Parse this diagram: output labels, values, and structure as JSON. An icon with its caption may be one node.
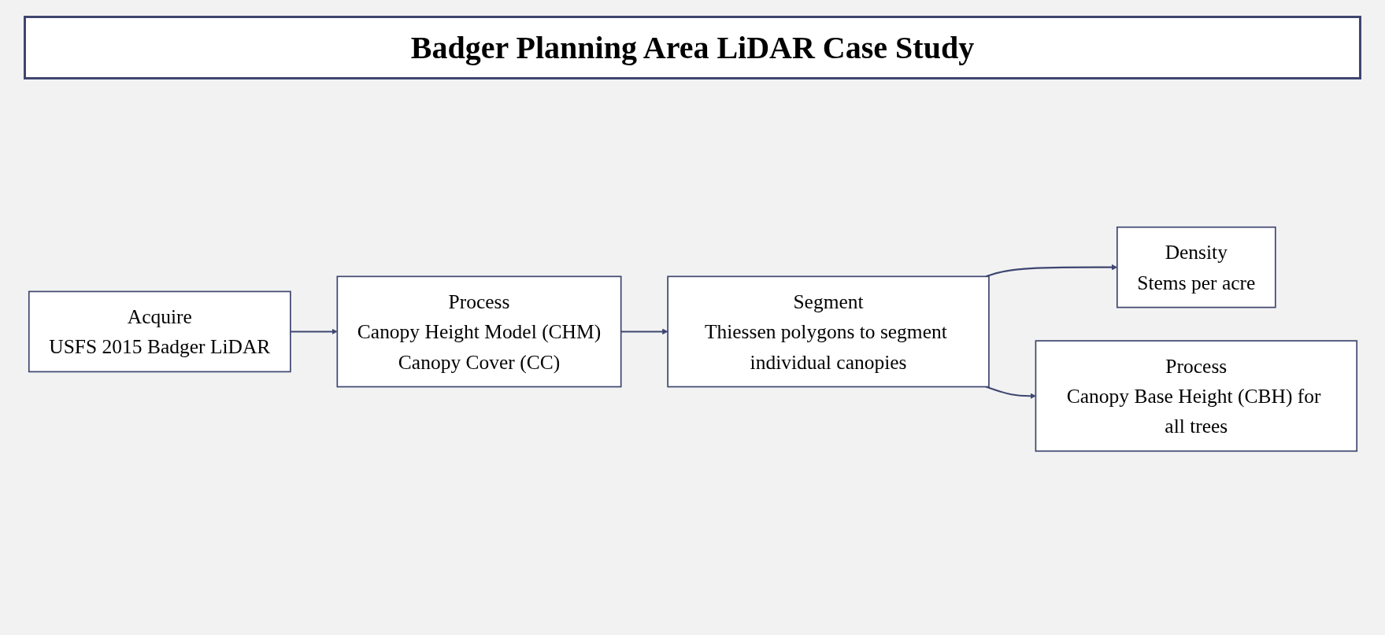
{
  "diagram": {
    "title": "Badger Planning Area LiDAR Case Study",
    "nodes": [
      {
        "text": [
          "Acquire",
          "USFS 2015 Badger LiDAR"
        ]
      },
      {
        "text": [
          "Process",
          "Canopy Height Model (CHM)",
          "Canopy Cover (CC)"
        ]
      },
      {
        "text": [
          "Segment",
          "Thiessen polygons to segment individual canopies"
        ]
      },
      {
        "text": [
          "Density",
          "Stems per acre"
        ]
      },
      {
        "text": [
          "Process",
          "Canopy Base Height (CBH) for all trees"
        ]
      }
    ],
    "edges": [
      {
        "from": 0,
        "to": 1,
        "arrow": "to"
      },
      {
        "from": 1,
        "to": 2,
        "arrow": "to"
      },
      {
        "from": 2,
        "to": 3,
        "arrow": "to"
      },
      {
        "from": 2,
        "to": 4,
        "arrow": "to"
      }
    ]
  }
}
